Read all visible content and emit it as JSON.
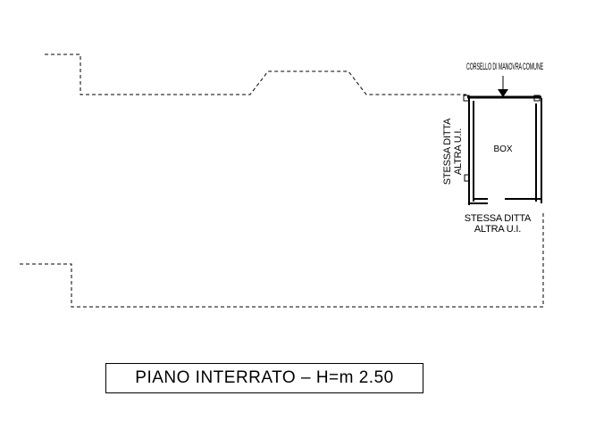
{
  "labels": {
    "corsello": "CORSELLO DI MANOVRA COMUNE",
    "box": "BOX",
    "left_line1": "STESSA DITTA",
    "left_line2": "ALTRA U.I.",
    "bottom_line1": "STESSA DITTA",
    "bottom_line2": "ALTRA U.I."
  },
  "title": "PIANO INTERRATO  –  H=m  2.50"
}
